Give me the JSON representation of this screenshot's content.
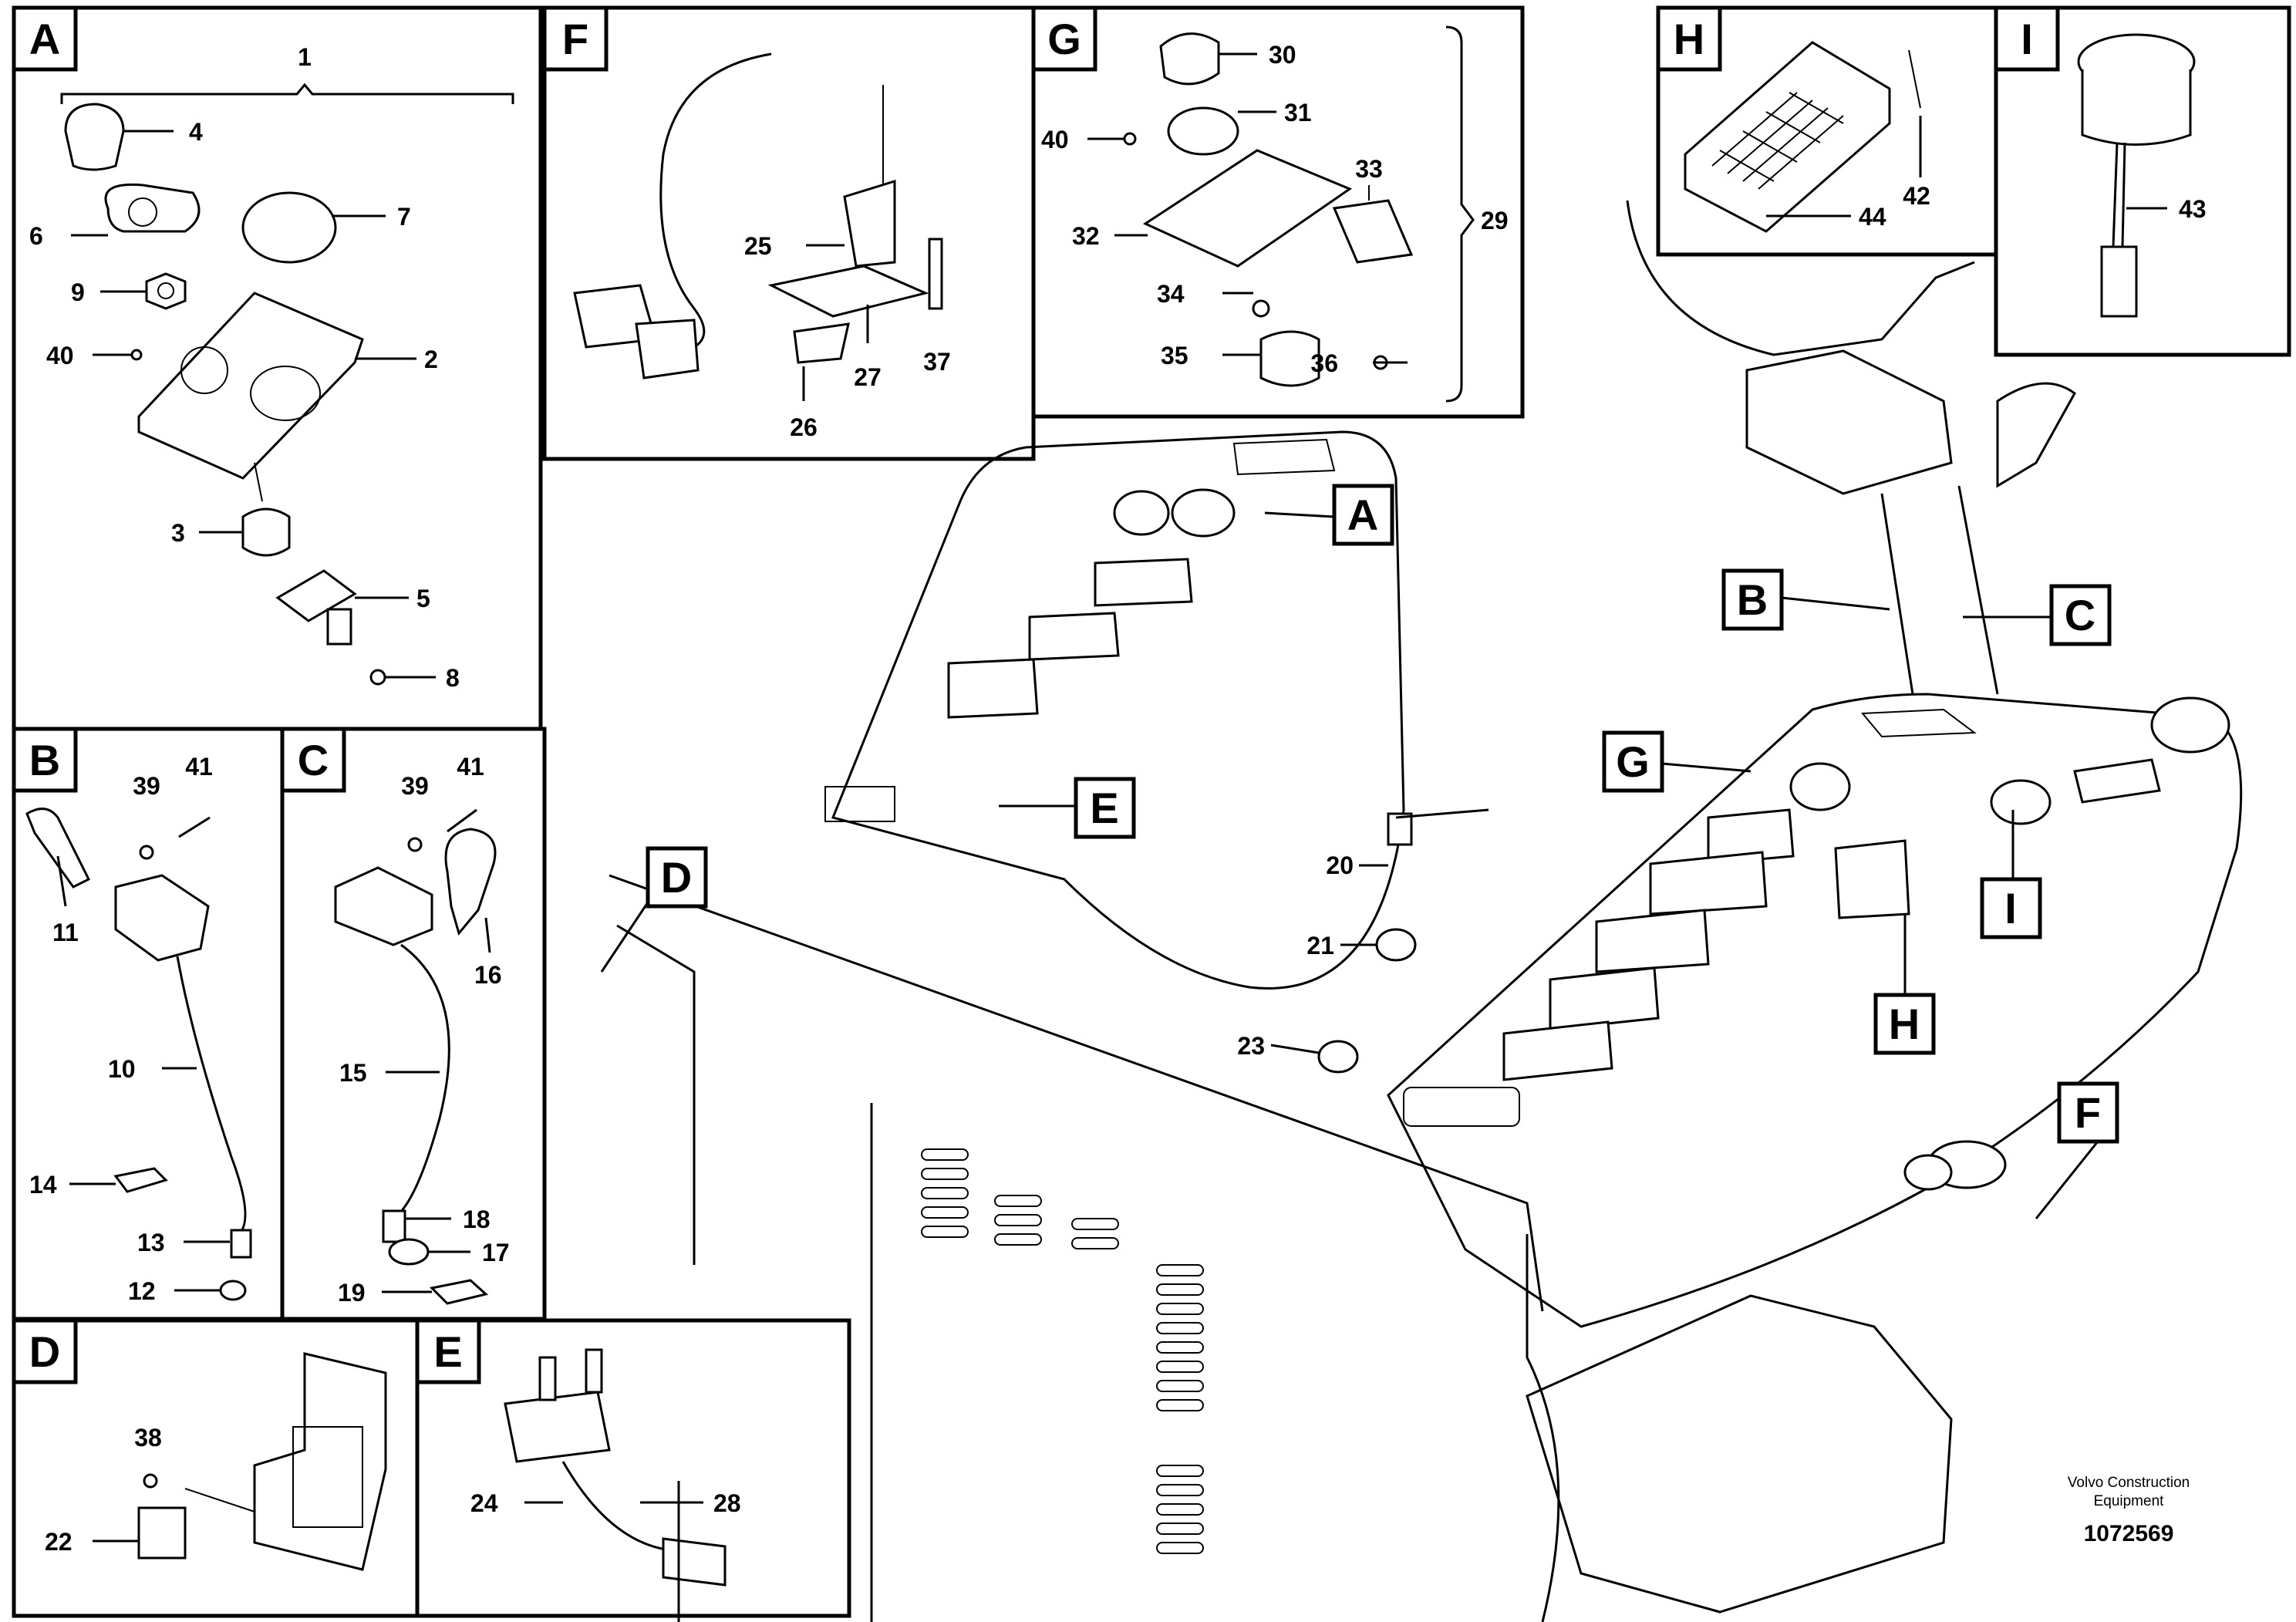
{
  "panels": [
    "A",
    "B",
    "C",
    "D",
    "E",
    "F",
    "G",
    "H",
    "I"
  ],
  "overview_tags": [
    "A",
    "B",
    "C",
    "D",
    "E",
    "F",
    "G",
    "H",
    "I"
  ],
  "callouts": {
    "p1": "1",
    "p2": "2",
    "p3": "3",
    "p4": "4",
    "p5": "5",
    "p6": "6",
    "p7": "7",
    "p8": "8",
    "p9": "9",
    "p10": "10",
    "p11": "11",
    "p12": "12",
    "p13": "13",
    "p14": "14",
    "p15": "15",
    "p16": "16",
    "p17": "17",
    "p18": "18",
    "p19": "19",
    "p20": "20",
    "p21": "21",
    "p22": "22",
    "p23": "23",
    "p24": "24",
    "p25": "25",
    "p26": "26",
    "p27": "27",
    "p28": "28",
    "p29": "29",
    "p30": "30",
    "p31": "31",
    "p32": "32",
    "p33": "33",
    "p34": "34",
    "p35": "35",
    "p36": "36",
    "p37": "37",
    "p38": "38",
    "p39b": "39",
    "p39c": "39",
    "p40a": "40",
    "p40g": "40",
    "p41b": "41",
    "p41c": "41",
    "p42": "42",
    "p43": "43",
    "p44": "44"
  },
  "footer": {
    "brand_line1": "Volvo Construction",
    "brand_line2": "Equipment",
    "doc_number": "1072569"
  }
}
